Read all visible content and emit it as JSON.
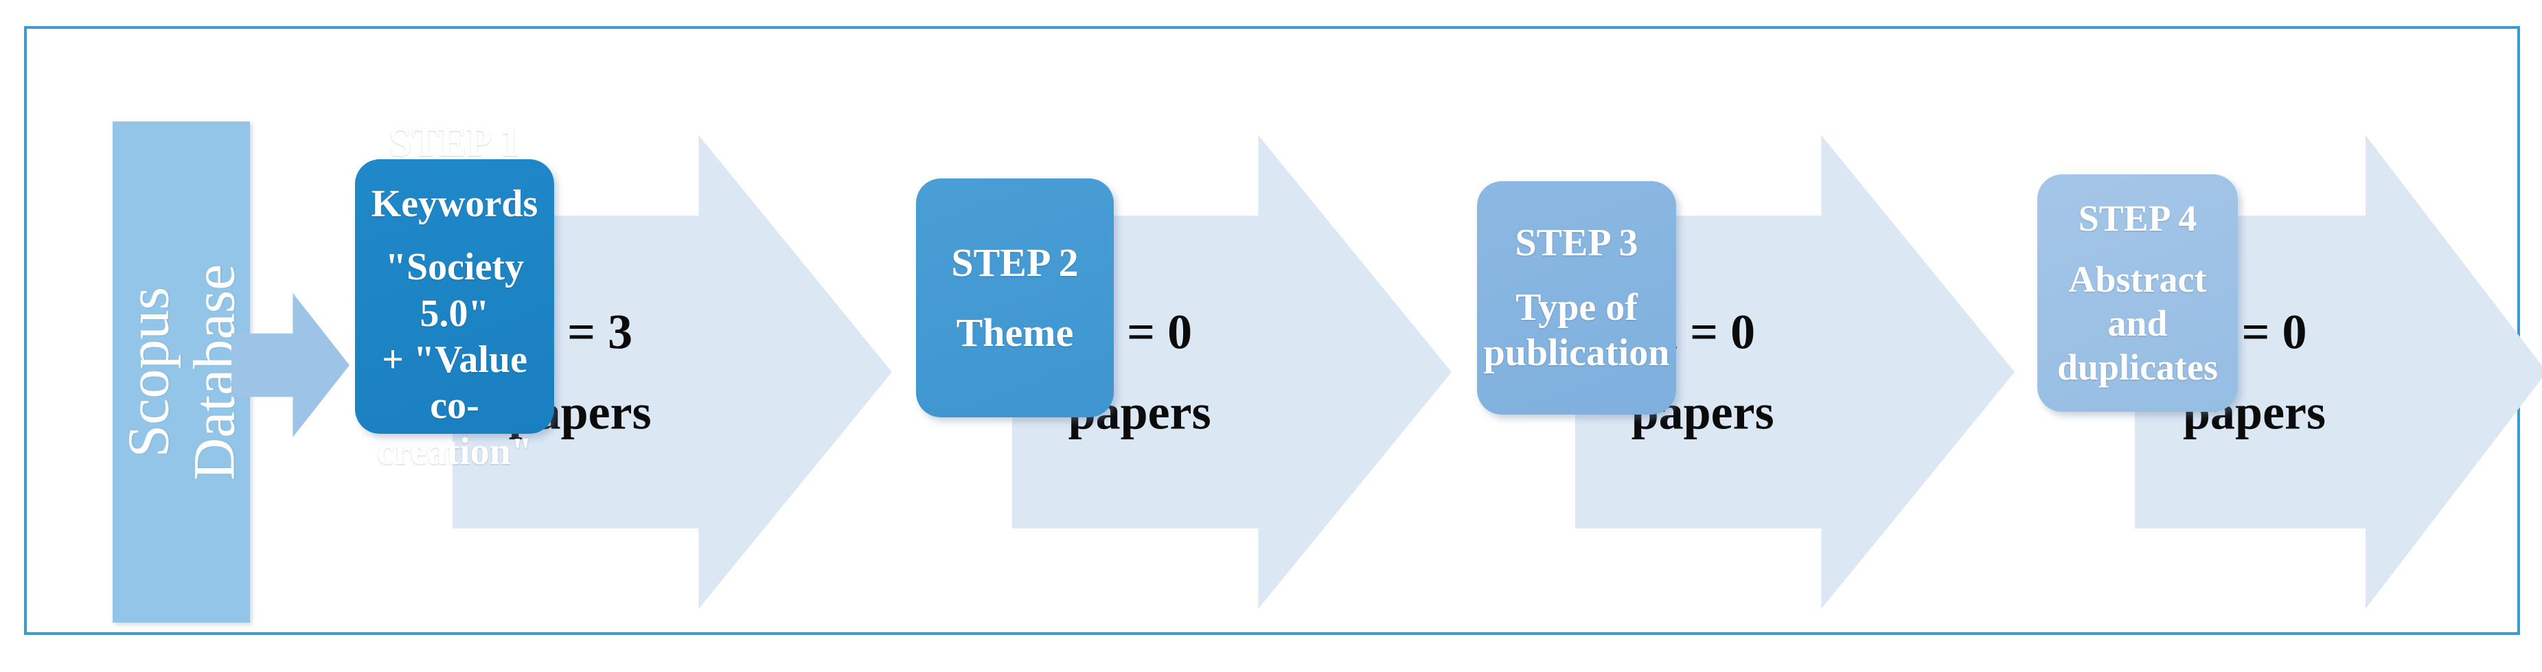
{
  "figure": {
    "kind": "flow-diagram",
    "orientation": "left-to-right",
    "border_color": "#3C9BD4",
    "background_color": "#FFFFFF"
  },
  "source": {
    "name": "scopus-database",
    "label_line1": "Scopus",
    "label_line2": "Database",
    "fill_color": "#92C5E8",
    "text_color": "#FFFFFF"
  },
  "connector": {
    "name": "feeder-arrow",
    "fill_color": "#9DC3E6"
  },
  "steps": [
    {
      "id": "step-1",
      "number_label": "STEP 1",
      "criterion": "Keywords",
      "detail_line1": "\"Society 5.0\"",
      "detail_line2": "+ \"Value co-",
      "detail_line3": "creation\"",
      "fill_color": "#1E87C9"
    },
    {
      "id": "step-2",
      "number_label": "STEP 2",
      "criterion": "Theme",
      "fill_color": "#3E95CF"
    },
    {
      "id": "step-3",
      "number_label": "STEP 3",
      "criterion_line1": "Type of",
      "criterion_line2": "publication",
      "fill_color": "#7EAFDD"
    },
    {
      "id": "step-4",
      "number_label": "STEP 4",
      "criterion_line1": "Abstract and",
      "criterion_line2": "duplicates",
      "fill_color": "#96BDE3"
    }
  ],
  "results": [
    {
      "id": "result-after-step-1",
      "count_label": "n = 3",
      "unit_label": "papers",
      "value": 3,
      "fill_color": "#DCE7F4"
    },
    {
      "id": "result-after-step-2",
      "count_label": "n = 0",
      "unit_label": "papers",
      "value": 0,
      "fill_color": "#DCE7F4"
    },
    {
      "id": "result-after-step-3",
      "count_label": "n = 0",
      "unit_label": "papers",
      "value": 0,
      "fill_color": "#DCE7F4"
    },
    {
      "id": "result-after-step-4",
      "count_label": "n = 0",
      "unit_label": "papers",
      "value": 0,
      "fill_color": "#DCE7F4"
    }
  ]
}
